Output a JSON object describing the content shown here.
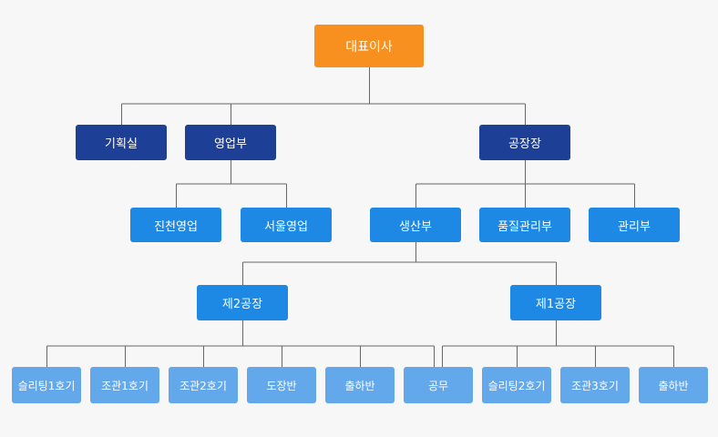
{
  "colors": {
    "ceo": "#f7901e",
    "dept": "#1e3f96",
    "sub": "#1e88e5",
    "team": "#64a8ec",
    "line": "#666666",
    "background": "#f7f7f7"
  },
  "org": {
    "ceo": {
      "label": "대표이사"
    },
    "departments": [
      {
        "id": "planning",
        "label": "기획실",
        "children": []
      },
      {
        "id": "sales",
        "label": "영업부",
        "children": [
          {
            "id": "jincheon-sales",
            "label": "진천영업"
          },
          {
            "id": "seoul-sales",
            "label": "서울영업"
          }
        ]
      },
      {
        "id": "plant-manager",
        "label": "공장장",
        "children": [
          {
            "id": "production",
            "label": "생산부",
            "children": [
              {
                "id": "plant-2",
                "label": "제2공장",
                "children": [
                  {
                    "id": "slitting-1",
                    "label": "슬리팅1호기"
                  },
                  {
                    "id": "assembly-1",
                    "label": "조관1호기"
                  },
                  {
                    "id": "assembly-2",
                    "label": "조관2호기"
                  },
                  {
                    "id": "painting",
                    "label": "도장반"
                  },
                  {
                    "id": "shipping-2",
                    "label": "출하반"
                  },
                  {
                    "id": "maintenance",
                    "label": "공무"
                  }
                ]
              },
              {
                "id": "plant-1",
                "label": "제1공장",
                "children": [
                  {
                    "id": "slitting-2",
                    "label": "슬리팅2호기"
                  },
                  {
                    "id": "assembly-3",
                    "label": "조관3호기"
                  },
                  {
                    "id": "shipping-1",
                    "label": "출하반"
                  }
                ]
              }
            ]
          },
          {
            "id": "quality",
            "label": "품질관리부"
          },
          {
            "id": "admin",
            "label": "관리부"
          }
        ]
      }
    ]
  }
}
